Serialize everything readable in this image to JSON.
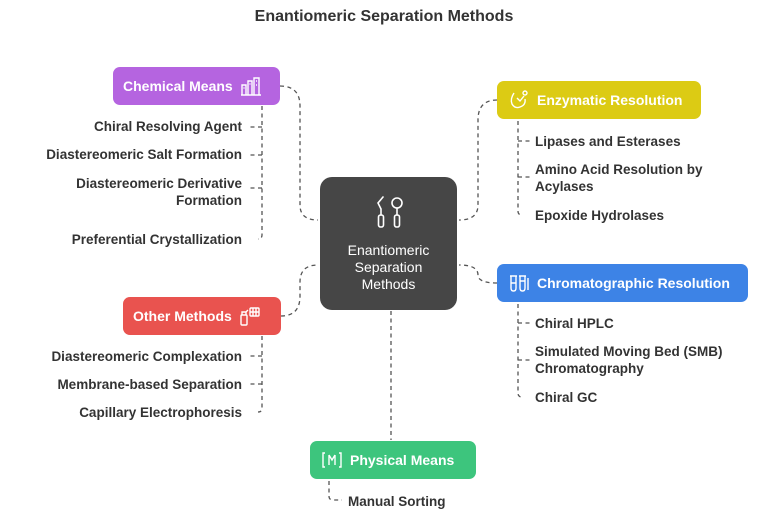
{
  "title": "Enantiomeric Separation Methods",
  "center": {
    "label": "Enantiomeric Separation Methods",
    "line1": "Enantiomeric",
    "line2": "Separation",
    "line3": "Methods"
  },
  "colors": {
    "chemical": "#b564e0",
    "other": "#e9534f",
    "physical": "#3dc57d",
    "enzymatic": "#dccb14",
    "chromatographic": "#3d83e6",
    "center": "#464646"
  },
  "chemical": {
    "label": "Chemical Means",
    "icon": "chemical-plant-icon",
    "items": [
      "Chiral Resolving Agent",
      "Diastereomeric Salt Formation",
      "Diastereomeric Derivative Formation",
      "Preferential Crystallization"
    ]
  },
  "other": {
    "label": "Other Methods",
    "icon": "spray-keypad-icon",
    "items": [
      "Diastereomeric Complexation",
      "Membrane-based Separation",
      "Capillary Electrophoresis"
    ]
  },
  "physical": {
    "label": "Physical Means",
    "icon": "tweezers-bracket-icon",
    "items": [
      "Manual Sorting"
    ]
  },
  "enzymatic": {
    "label": "Enzymatic Resolution",
    "icon": "enzyme-drop-icon",
    "items": [
      "Lipases and Esterases",
      "Amino Acid Resolution by Acylases",
      "Epoxide Hydrolases"
    ]
  },
  "chromatographic": {
    "label": "Chromatographic Resolution",
    "icon": "test-tubes-icon",
    "items": [
      "Chiral HPLC",
      "Simulated Moving Bed (SMB) Chromatography",
      "Chiral GC"
    ]
  }
}
